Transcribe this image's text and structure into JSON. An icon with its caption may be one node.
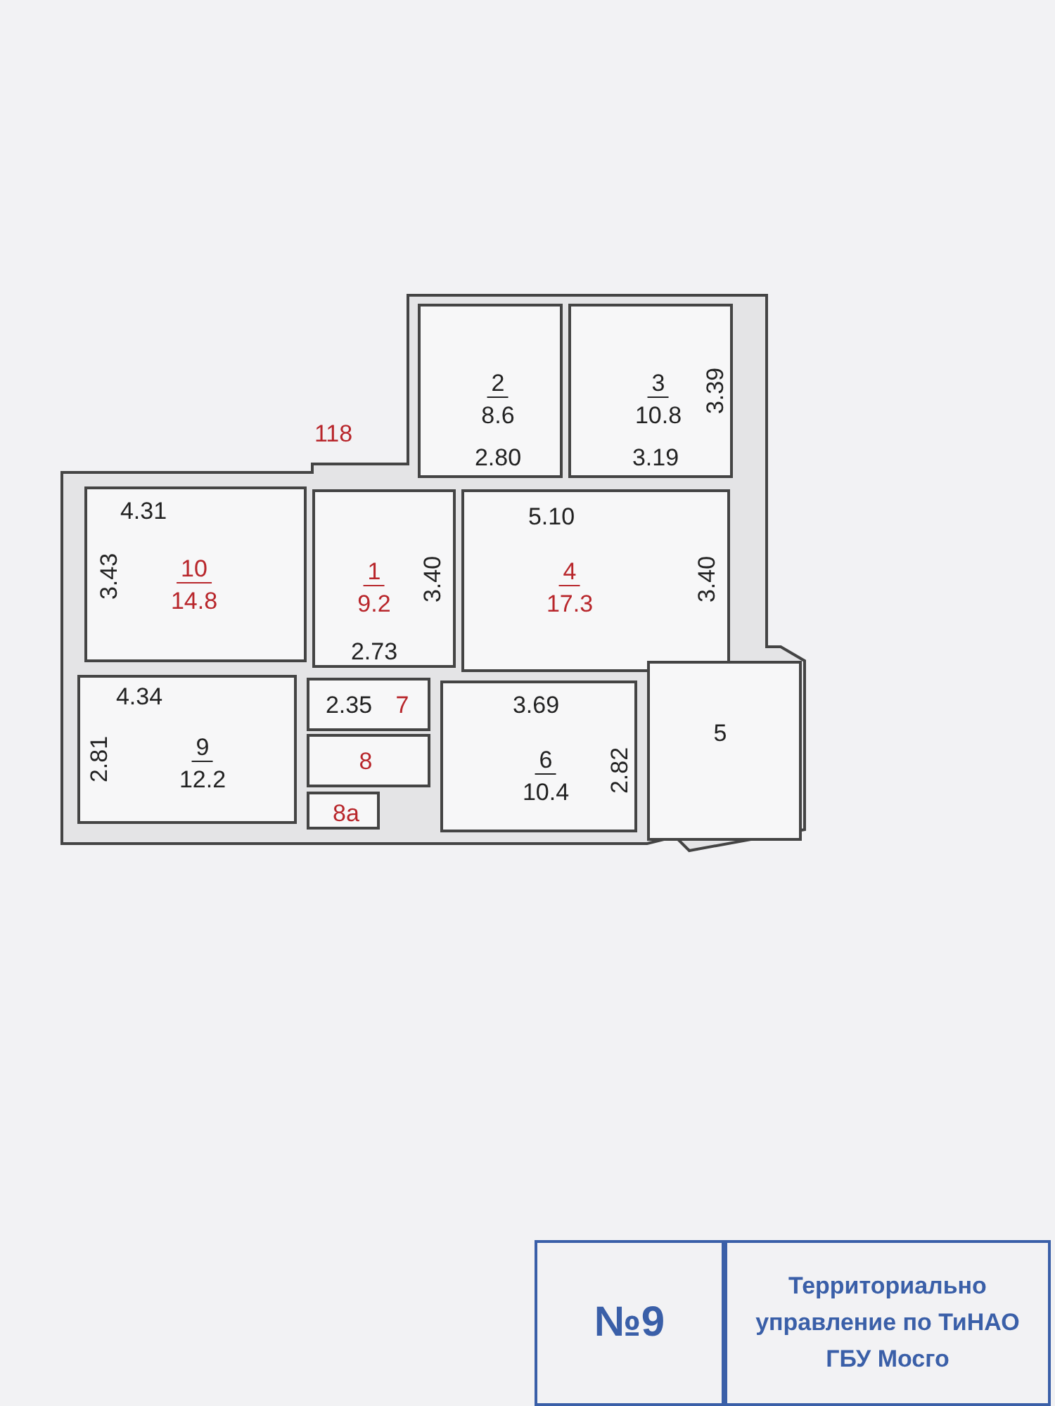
{
  "diagram": {
    "nodes": [
      {
        "text": [
          "2",
          "8.6",
          "2.80"
        ]
      },
      {
        "text": [
          "3",
          "10.8",
          "3.39",
          "3.19"
        ]
      },
      {
        "text": [
          "4.31",
          "3.43",
          "10",
          "14.8"
        ]
      },
      {
        "text": [
          "1",
          "9.2",
          "3.40",
          "2.73"
        ]
      },
      {
        "text": [
          "5.10",
          "4",
          "17.3",
          "3.40"
        ]
      },
      {
        "text": [
          "2.35",
          "7"
        ]
      },
      {
        "text": [
          "4.34",
          "2.81",
          "9",
          "12.2"
        ]
      },
      {
        "text": [
          "8"
        ]
      },
      {
        "text": [
          "3.69",
          "6",
          "10.4",
          "2.82"
        ]
      },
      {
        "text": [
          "5"
        ]
      },
      {
        "text": [
          "8а"
        ]
      },
      {
        "text": [
          "№9"
        ]
      },
      {
        "text": [
          "Территориально управление по ТиНАО ГБУ Мосго"
        ]
      }
    ],
    "labels": [
      "118"
    ]
  }
}
